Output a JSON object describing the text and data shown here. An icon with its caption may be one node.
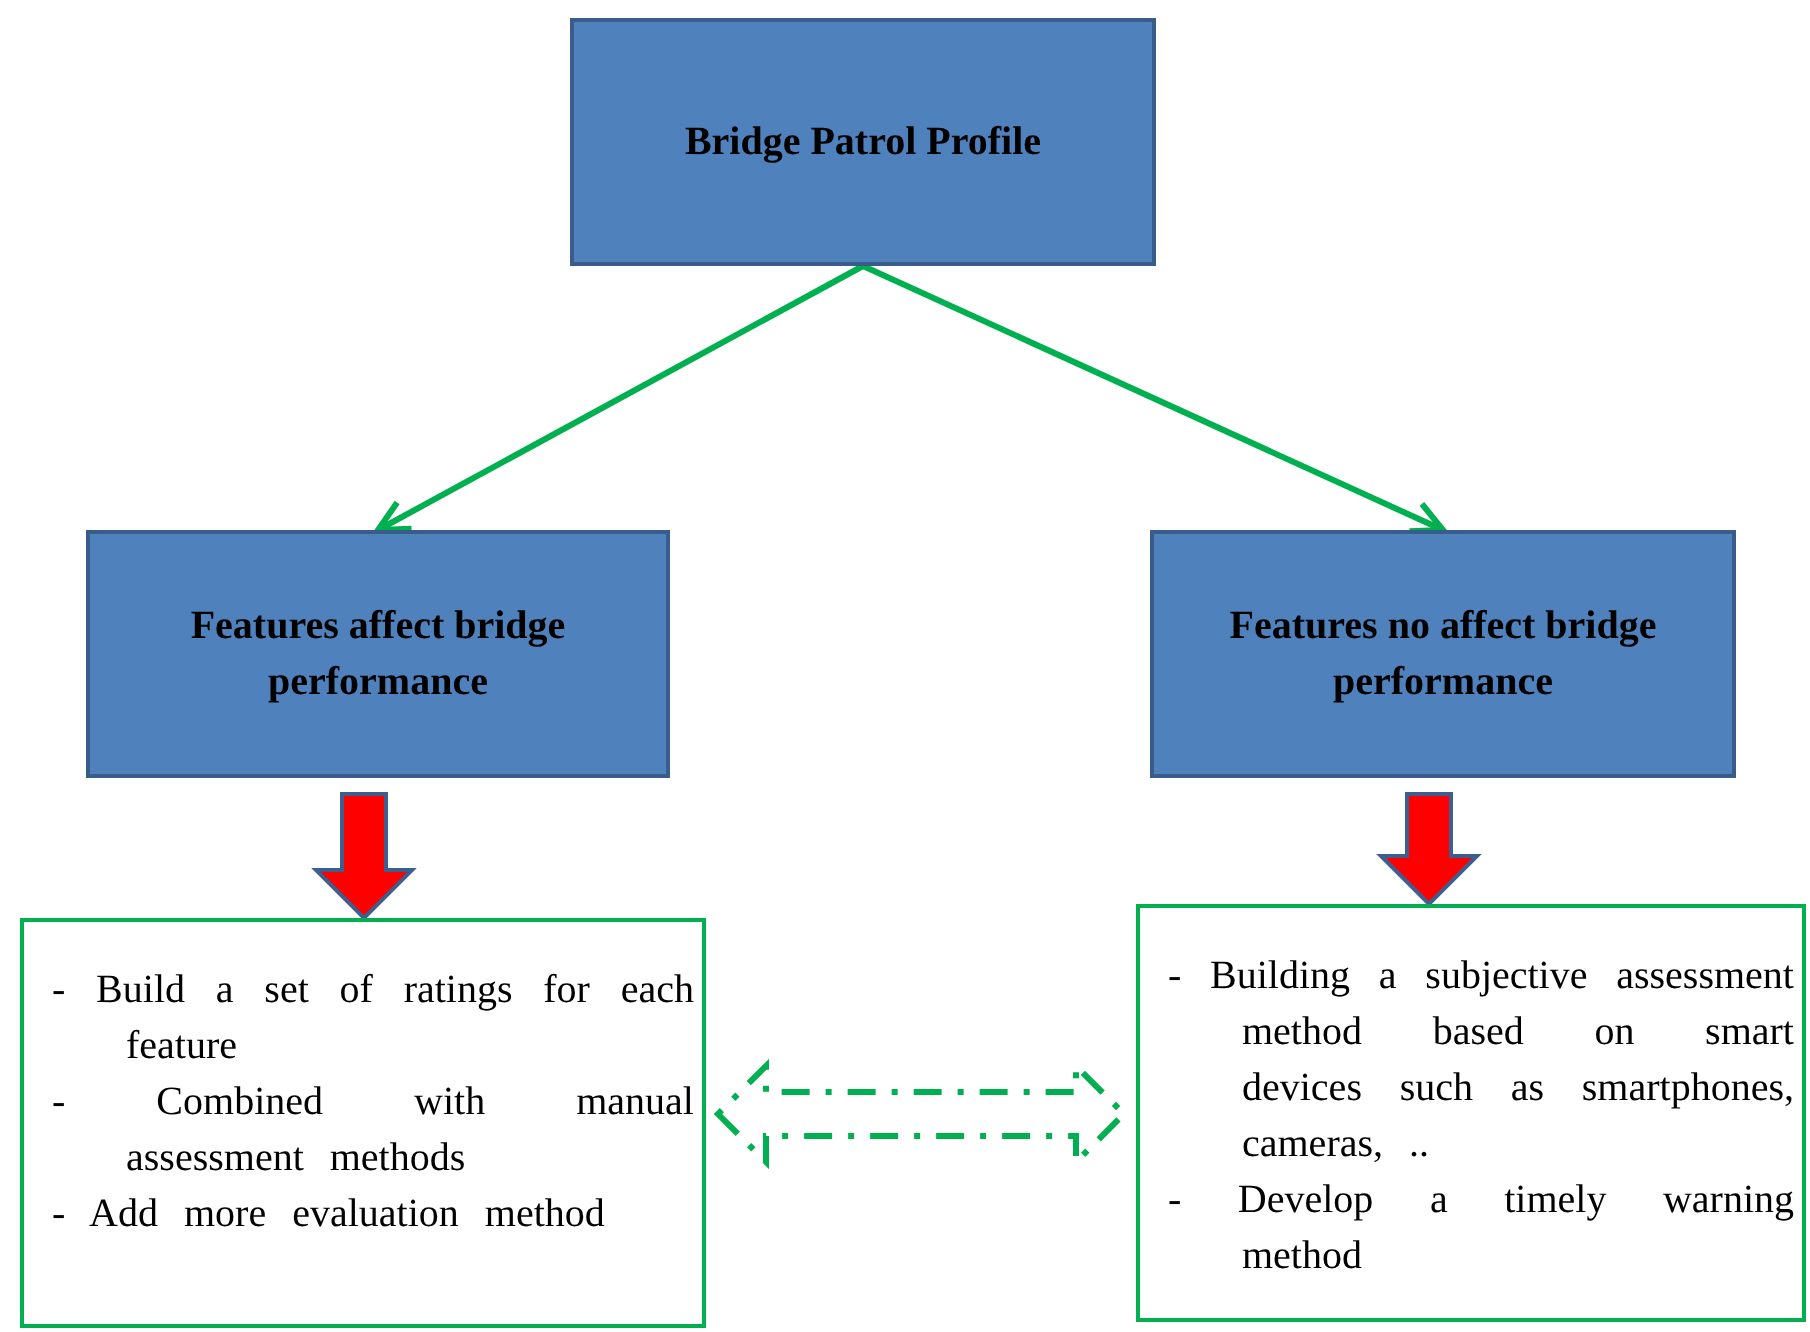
{
  "diagram": {
    "nodes": [
      {
        "text": [
          "Bridge Patrol Profile"
        ]
      },
      {
        "text": [
          "Features affect bridge performance"
        ]
      },
      {
        "text": [
          "Features no affect bridge performance"
        ]
      },
      {
        "text": [
          "- Build a set of ratings for each feature",
          "- Combined with manual assessment methods",
          "- Add more evaluation method"
        ]
      },
      {
        "text": [
          "- Building a subjective assessment method based on smart devices such as smartphones, cameras, ..",
          "- Develop a timely warning method"
        ]
      }
    ],
    "edges": [
      {
        "from": 0,
        "to": 1,
        "arrow": "to"
      },
      {
        "from": 0,
        "to": 2,
        "arrow": "to"
      },
      {
        "from": 1,
        "to": 3,
        "arrow": "to",
        "style": "thick",
        "color": "#ff0000"
      },
      {
        "from": 2,
        "to": 4,
        "arrow": "to",
        "style": "thick",
        "color": "#ff0000"
      },
      {
        "from": 3,
        "to": 4,
        "arrow": "both",
        "style": "dashed"
      }
    ]
  }
}
